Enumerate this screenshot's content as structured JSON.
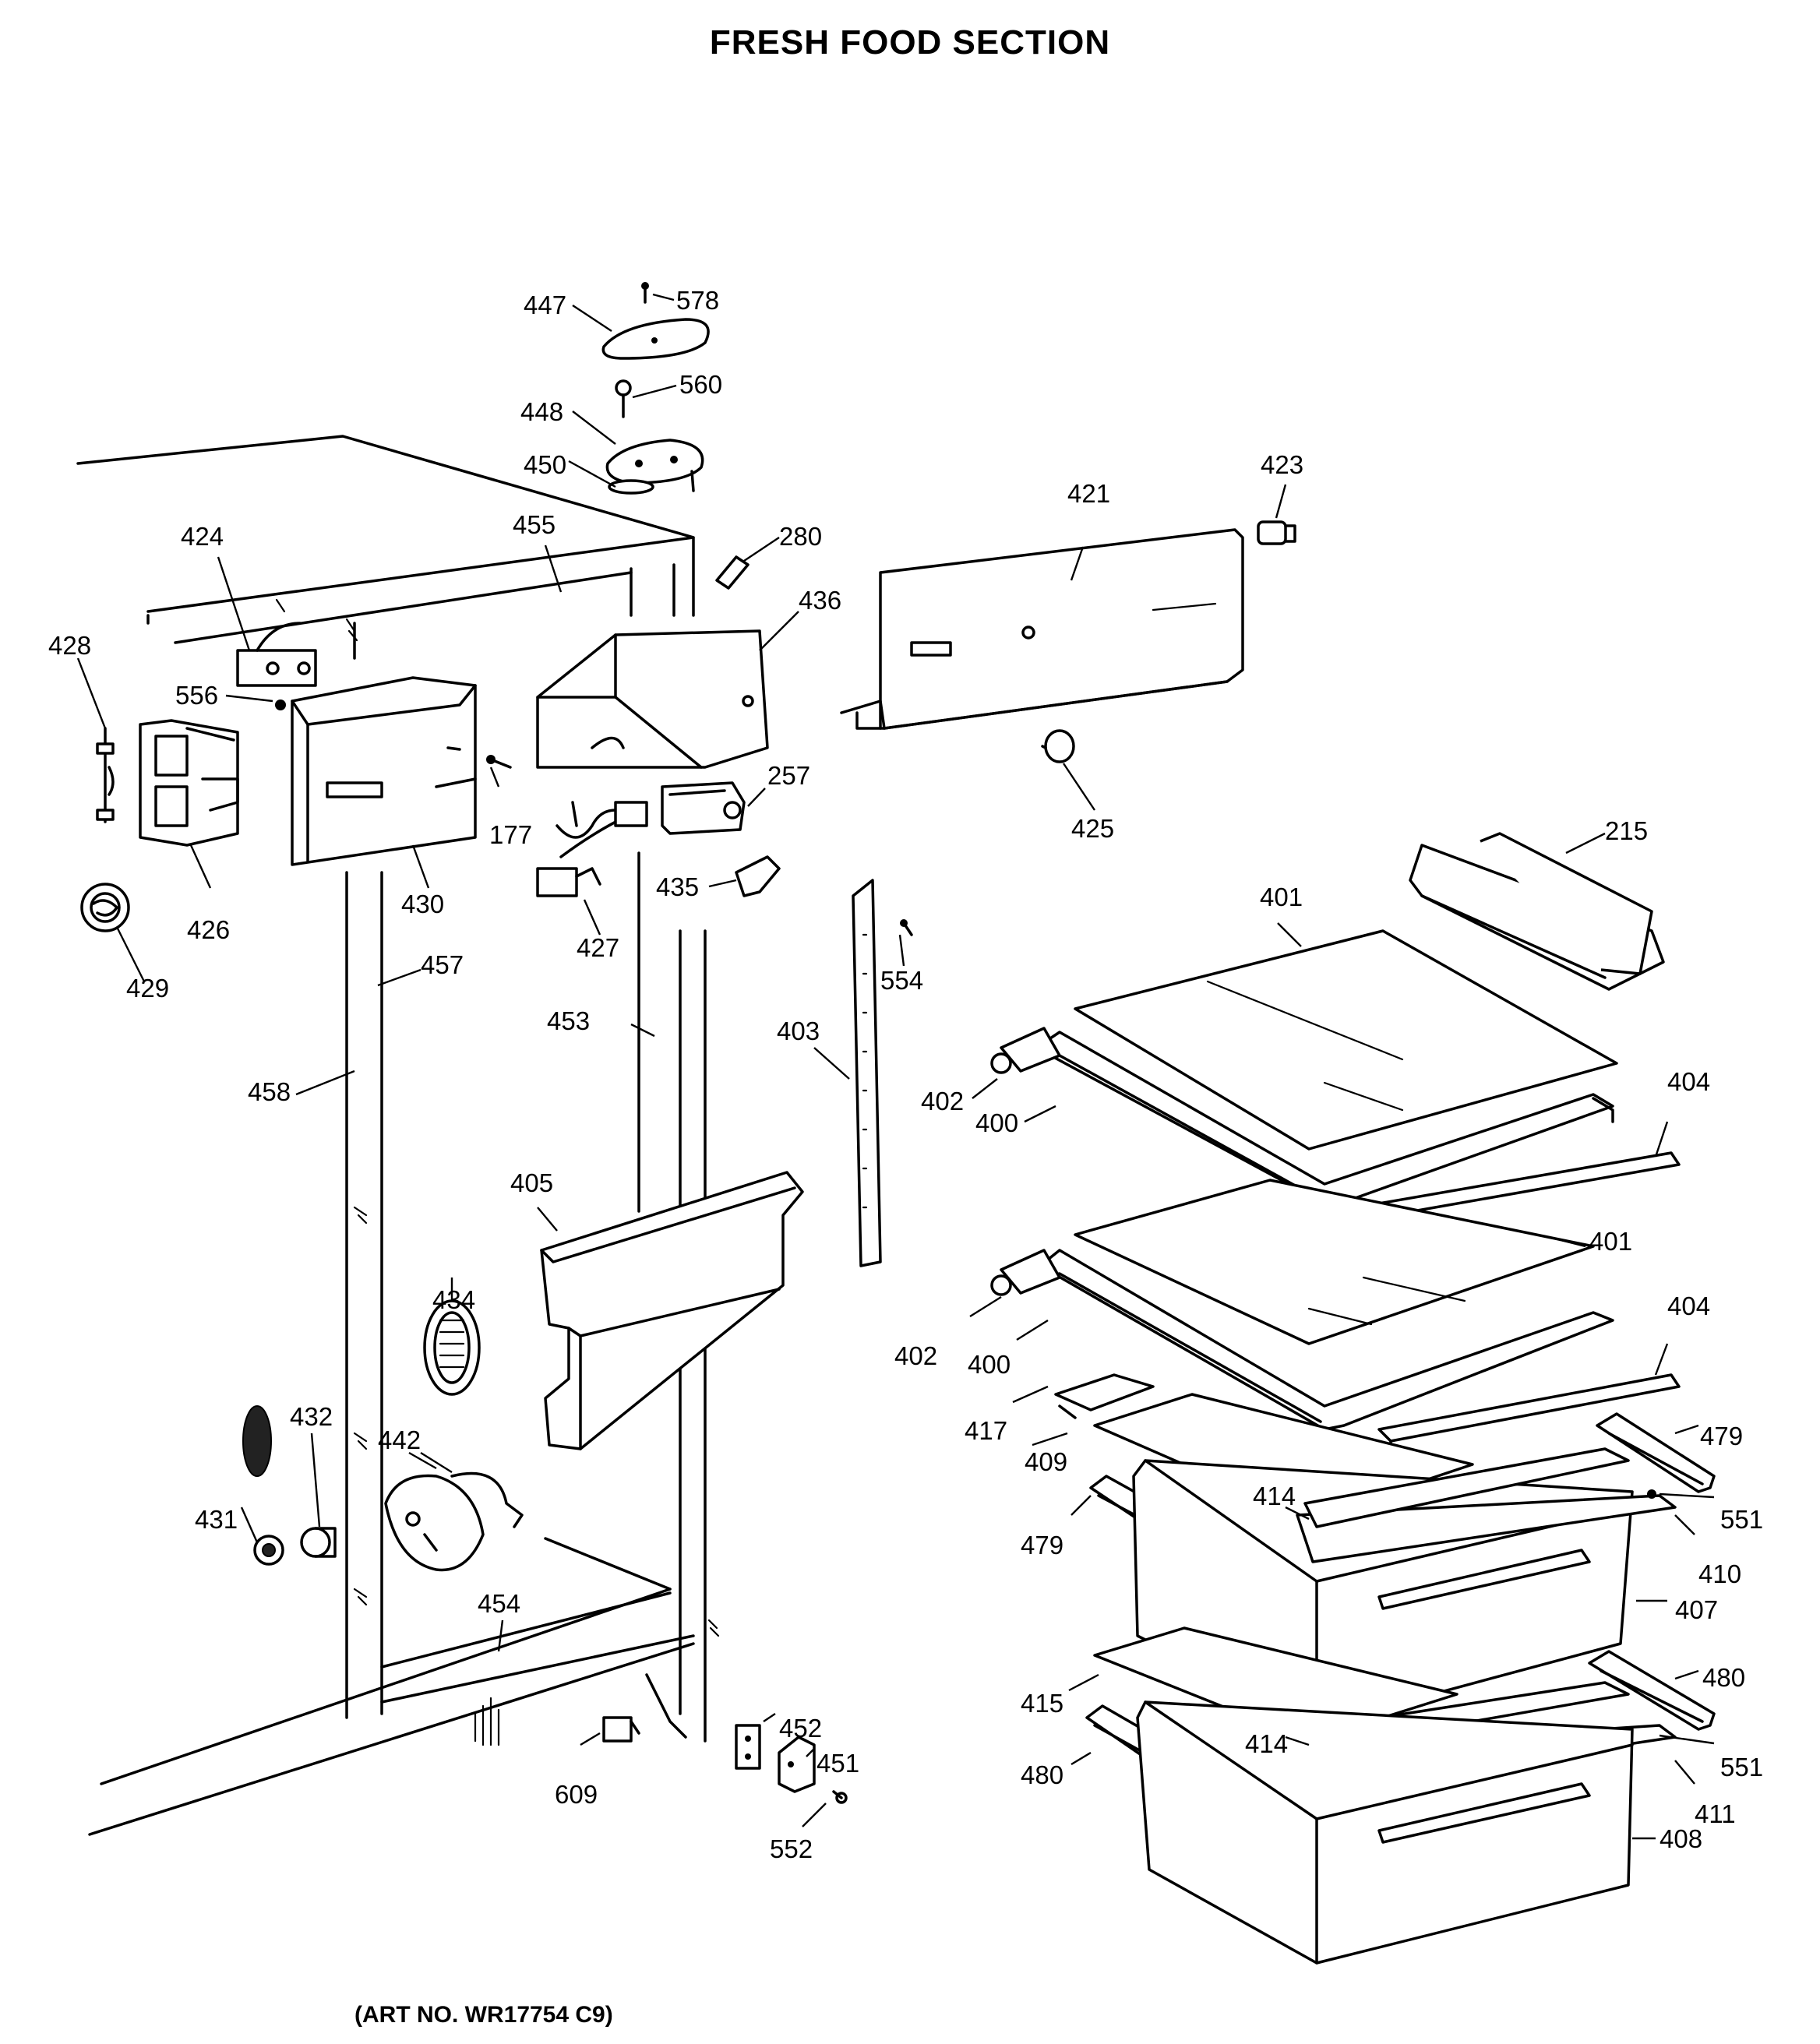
{
  "title": "FRESH FOOD SECTION",
  "art_number": "(ART NO. WR17754 C9)",
  "callouts": [
    "447",
    "578",
    "560",
    "448",
    "450",
    "455",
    "280",
    "424",
    "436",
    "421",
    "423",
    "428",
    "556",
    "177",
    "257",
    "426",
    "430",
    "427",
    "435",
    "425",
    "215",
    "429",
    "457",
    "401",
    "554",
    "403",
    "453",
    "458",
    "402",
    "400",
    "404",
    "405",
    "401b",
    "434",
    "432",
    "442",
    "402b",
    "400b",
    "404b",
    "417",
    "479",
    "431",
    "409",
    "414",
    "551",
    "479b",
    "410",
    "454",
    "407",
    "415",
    "480",
    "452",
    "414b",
    "551b",
    "451",
    "480b",
    "609",
    "411",
    "552",
    "408"
  ],
  "callout_labels": {
    "447": "447",
    "578": "578",
    "560": "560",
    "448": "448",
    "450": "450",
    "455": "455",
    "280": "280",
    "424": "424",
    "436": "436",
    "421": "421",
    "423": "423",
    "428": "428",
    "556": "556",
    "177": "177",
    "257": "257",
    "426": "426",
    "430": "430",
    "427": "427",
    "435": "435",
    "425": "425",
    "215": "215",
    "429": "429",
    "457": "457",
    "401": "401",
    "554": "554",
    "403": "403",
    "453": "453",
    "458": "458",
    "402": "402",
    "400": "400",
    "404": "404",
    "405": "405",
    "401b": "401",
    "434": "434",
    "432": "432",
    "442": "442",
    "402b": "402",
    "400b": "400",
    "404b": "404",
    "417": "417",
    "479": "479",
    "431": "431",
    "409": "409",
    "414": "414",
    "551": "551",
    "479b": "479",
    "410": "410",
    "454": "454",
    "407": "407",
    "415": "415",
    "480": "480",
    "452": "452",
    "414b": "414",
    "551b": "551",
    "451": "451",
    "480b": "480",
    "609": "609",
    "411": "411",
    "552": "552",
    "408": "408"
  }
}
